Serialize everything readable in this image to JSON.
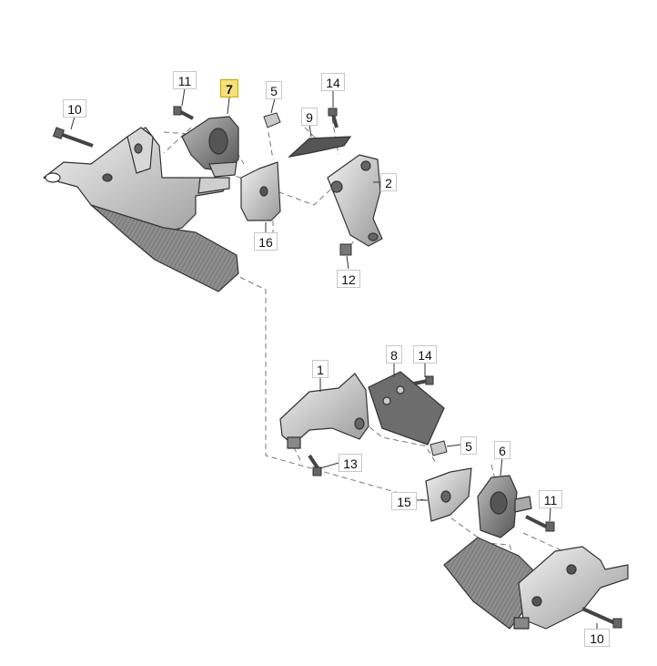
{
  "callouts": {
    "c10_top": "10",
    "c11_top": "11",
    "c7_top": "7",
    "c5_top": "5",
    "c9": "9",
    "c14_top": "14",
    "c2": "2",
    "c16": "16",
    "c12": "12",
    "c1": "1",
    "c8": "8",
    "c14_bot": "14",
    "c5_bot": "5",
    "c6": "6",
    "c13": "13",
    "c15": "15",
    "c11_bot": "11",
    "c10_bot": "10"
  },
  "highlight_color": "#f6e07a"
}
